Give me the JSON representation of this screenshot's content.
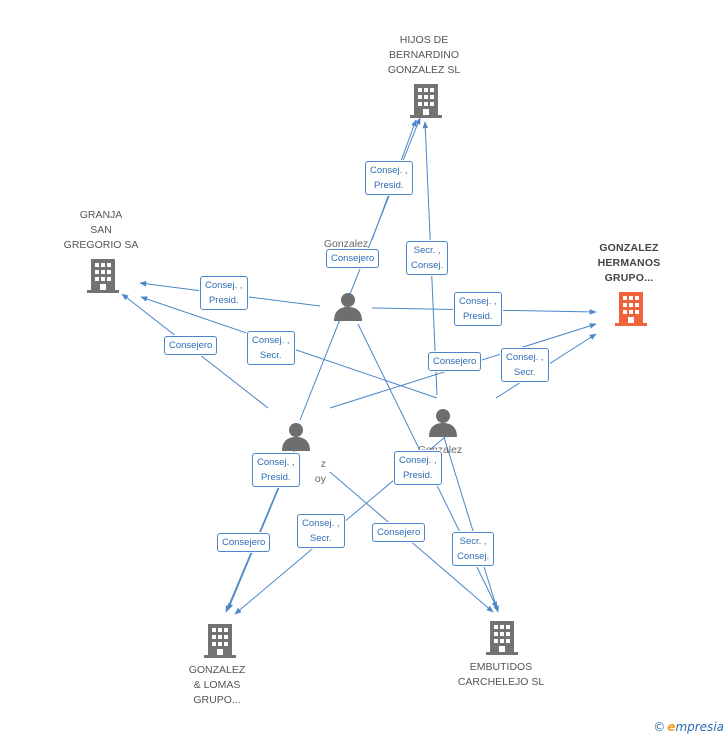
{
  "companies": [
    {
      "id": "hijos",
      "label": "HIJOS DE\nBERNARDINO\nGONZALEZ SL",
      "highlight": false
    },
    {
      "id": "granja",
      "label": "GRANJA\nSAN\nGREGORIO SA",
      "highlight": false
    },
    {
      "id": "hermanos",
      "label": "GONZALEZ\nHERMANOS\nGRUPO...",
      "highlight": true
    },
    {
      "id": "lomas",
      "label": "GONZALEZ\n& LOMAS\nGRUPO...",
      "highlight": false
    },
    {
      "id": "embutidos",
      "label": "EMBUTIDOS\nCARCHELEJO SL",
      "highlight": false
    }
  ],
  "persons": [
    {
      "id": "juan",
      "label": "Gonzalez\nJuan"
    },
    {
      "id": "p2",
      "label": "z\noy"
    },
    {
      "id": "p3",
      "label": "Gonzalez\ns\no"
    }
  ],
  "edges": [
    {
      "id": "e1",
      "label": "Consej. ,\nPresid."
    },
    {
      "id": "e2",
      "label": "Consejero"
    },
    {
      "id": "e3",
      "label": "Secr. ,\nConsej."
    },
    {
      "id": "e4",
      "label": "Consej. ,\nPresid."
    },
    {
      "id": "e5",
      "label": "Consej. ,\nPresid."
    },
    {
      "id": "e6",
      "label": "Consejero"
    },
    {
      "id": "e7",
      "label": "Consej. ,\nSecr."
    },
    {
      "id": "e8",
      "label": "Consejero"
    },
    {
      "id": "e9",
      "label": "Consej. ,\nSecr."
    },
    {
      "id": "e10",
      "label": "Consej. ,\nPresid."
    },
    {
      "id": "e11",
      "label": "Consej. ,\nPresid."
    },
    {
      "id": "e12",
      "label": "Consejero"
    },
    {
      "id": "e13",
      "label": "Consej. ,\nSecr."
    },
    {
      "id": "e14",
      "label": "Consejero"
    },
    {
      "id": "e15",
      "label": "Secr. ,\nConsej."
    }
  ],
  "colors": {
    "edge": "#4a86c8",
    "building": "#737373",
    "building_highlight": "#f0643c",
    "person": "#6e6e6e"
  },
  "brand": {
    "copyright": "©",
    "name_initial": "e",
    "name_rest": "mpresia"
  }
}
